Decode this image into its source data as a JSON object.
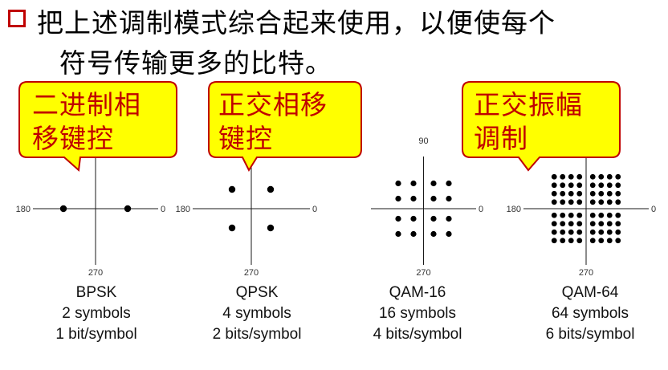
{
  "bullet": {
    "line1": "把上述调制模式综合起来使用，以便使每个",
    "line2": "符号传输更多的比特。"
  },
  "diagrams": [
    {
      "name": "BPSK",
      "symbols": "2 symbols",
      "bits": "1 bit/symbol",
      "labels": {
        "left": "180",
        "right": "0",
        "top": "",
        "bottom": "270"
      },
      "points": [
        [
          -1,
          0
        ],
        [
          1,
          0
        ]
      ]
    },
    {
      "name": "QPSK",
      "symbols": "4 symbols",
      "bits": "2 bits/symbol",
      "labels": {
        "left": "180",
        "right": "0",
        "top": "",
        "bottom": "270"
      },
      "points": [
        [
          -1,
          1
        ],
        [
          1,
          1
        ],
        [
          -1,
          -1
        ],
        [
          1,
          -1
        ]
      ]
    },
    {
      "name": "QAM-16",
      "symbols": "16 symbols",
      "bits": "4 bits/symbol",
      "labels": {
        "left": "",
        "right": "0",
        "top": "90",
        "bottom": "270"
      },
      "grid": 4
    },
    {
      "name": "QAM-64",
      "symbols": "64 symbols",
      "bits": "6 bits/symbol",
      "labels": {
        "left": "180",
        "right": "0",
        "top": "",
        "bottom": "270"
      },
      "grid": 8
    }
  ],
  "callouts": [
    {
      "text": "二进制相\n移键控"
    },
    {
      "text": "正交相移\n键控"
    },
    {
      "text": "正交振幅\n调制"
    }
  ],
  "colors": {
    "bullet": "#c00000",
    "callout_fill": "#ffff00",
    "callout_border": "#c00000",
    "callout_text": "#c00000"
  }
}
